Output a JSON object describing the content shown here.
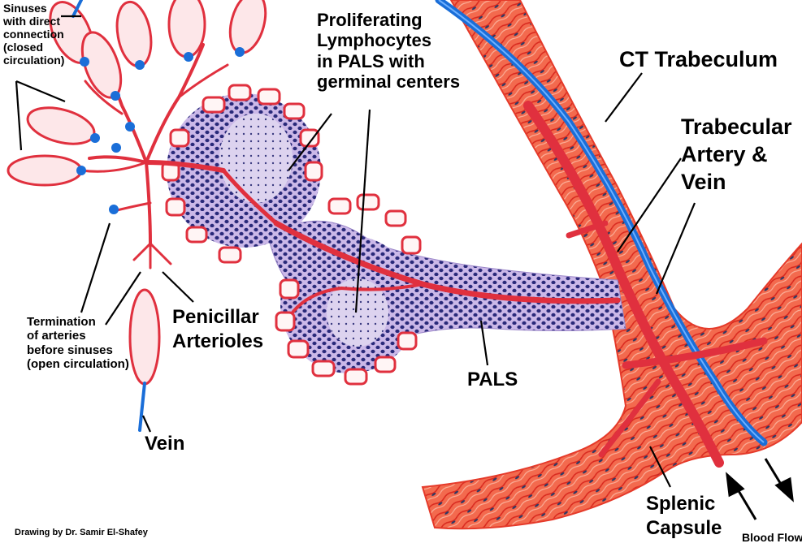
{
  "labels": {
    "sinuses_direct": [
      "Sinuses",
      "with direct",
      "connection",
      "(closed",
      "circulation)"
    ],
    "proliferating": [
      "Proliferating",
      "Lymphocytes",
      "in PALS with",
      "germinal centers"
    ],
    "ct_trabeculum": "CT Trabeculum",
    "trabecular": [
      "Trabecular",
      "Artery &",
      "Vein"
    ],
    "termination": [
      "Termination",
      "of arteries",
      "before sinuses",
      "(open circulation)"
    ],
    "penicillar": [
      "Penicillar",
      "Arterioles"
    ],
    "pals": "PALS",
    "vein": "Vein",
    "splenic_capsule": [
      "Splenic",
      "Capsule"
    ],
    "blood_flow": "Blood Flow",
    "credit": "Drawing by Dr. Samir El-Shafey"
  },
  "colors": {
    "artery": "#e0303e",
    "vein": "#1a6ed8",
    "lymphocyte": "#2a2a7a",
    "pals_fill": "#c9b8e6",
    "trabeculum": "#f06b52",
    "sinus_fill": "#f7d9dc",
    "outline": "#000000"
  }
}
